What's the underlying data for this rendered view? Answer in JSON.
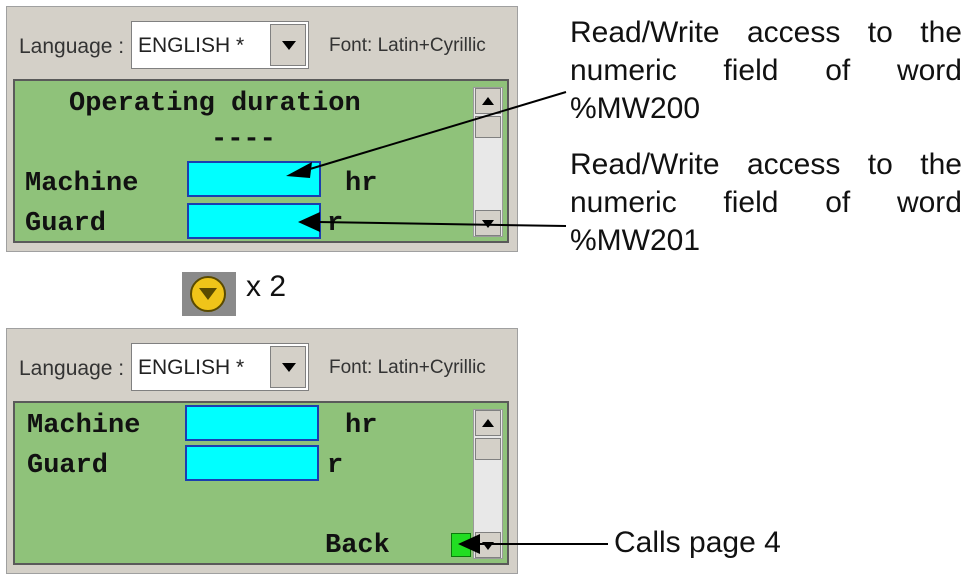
{
  "top_panel": {
    "language_label": "Language :",
    "language_value": "ENGLISH *",
    "font_label": "Font: Latin+Cyrillic",
    "title": "Operating duration",
    "title_underline": "----",
    "row1_label": "Machine",
    "row1_unit": "hr",
    "row2_label": "Guard",
    "row2_unit": "r"
  },
  "nav": {
    "times": "x 2"
  },
  "bottom_panel": {
    "language_label": "Language :",
    "language_value": "ENGLISH *",
    "font_label": "Font: Latin+Cyrillic",
    "row1_label": "Machine",
    "row1_unit": "hr",
    "row2_label": "Guard",
    "row2_unit": "r",
    "back_label": "Back"
  },
  "annotations": {
    "a1_line1": [
      "Read/Write",
      "access",
      "to",
      "the"
    ],
    "a1_line2": [
      "numeric",
      "field",
      "of",
      "word"
    ],
    "a1_line3": "%MW200",
    "a2_line1": [
      "Read/Write",
      "access",
      "to",
      "the"
    ],
    "a2_line2": [
      "numeric",
      "field",
      "of",
      "word"
    ],
    "a2_line3": "%MW201",
    "a3": "Calls page 4"
  },
  "colors": {
    "screen_bg": "#8fc27a",
    "field_fill": "#00ffff",
    "field_border": "#1a3fb0",
    "nav_icon": "#f0c419",
    "back_arrow": "#22dd22"
  }
}
